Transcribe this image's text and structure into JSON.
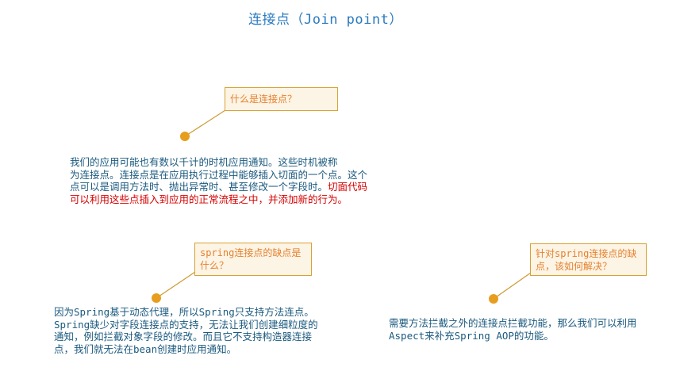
{
  "page": {
    "title": "连接点（Join point）"
  },
  "palette": {
    "title_color": "#2A7ABF",
    "body_text_color": "#1B5A7F",
    "highlight_text_color": "#D60000",
    "callout_border": "#D9A133",
    "callout_background": "#FCF4E5",
    "callout_text": "#E5812E",
    "connector_line_color": "#CD9A33",
    "anchor_dot_color": "#E79E1E"
  },
  "callouts": [
    {
      "id": "what-is-joinpoint",
      "lines": [
        "什么是连接点？"
      ]
    },
    {
      "id": "spring-joinpoint-drawback",
      "lines": [
        "spring连接点的缺点是",
        "什么？"
      ]
    },
    {
      "id": "how-to-solve-drawback",
      "lines": [
        "针对spring连接点的缺",
        "点，该如何解决？"
      ]
    }
  ],
  "notes": [
    {
      "id": "joinpoint-definition",
      "text_lines": [
        "我们的应用可能也有数以千计的时机应用通知。这些时机被称",
        "为连接点。连接点是在应用执行过程中能够插入切面的一个点。这个",
        "点可以是调用方法时、抛出异常时、甚至修改一个字段时。"
      ],
      "highlight_lines": [
        "切面代码",
        "可以利用这些点插入到应用的正常流程之中，并添加新的行为。"
      ]
    },
    {
      "id": "spring-joinpoint-drawback-answer",
      "text_lines": [
        "因为Spring基于动态代理，所以Spring只支持方法连点。",
        "Spring缺少对字段连接点的支持，无法让我们创建细粒度的",
        "通知，例如拦截对象字段的修改。而且它不支持构造器连接",
        "点，我们就无法在bean创建时应用通知。"
      ]
    },
    {
      "id": "how-to-solve-answer",
      "text_lines": [
        "需要方法拦截之外的连接点拦截功能，那么我们可以利用",
        "Aspect来补充Spring AOP的功能。"
      ]
    }
  ]
}
